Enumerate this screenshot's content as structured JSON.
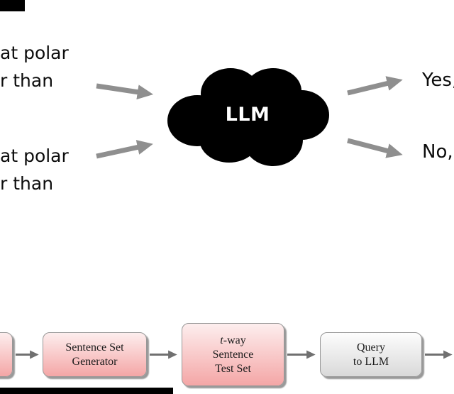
{
  "top": {
    "cloud_label": "LLM",
    "prompts": [
      {
        "line1": "at polar",
        "line2": "r than"
      },
      {
        "line1": "at polar",
        "line2": "r than"
      }
    ],
    "outputs": [
      {
        "label": "Yes,"
      },
      {
        "label": "No,"
      }
    ]
  },
  "flowchart": {
    "boxes": {
      "generator": {
        "line1": "Sentence Set",
        "line2": "Generator"
      },
      "testset": {
        "line1_italic": "t",
        "line1_rest": "-way",
        "line2": "Sentence",
        "line3": "Test Set"
      },
      "query": {
        "line1": "Query",
        "line2": "to LLM"
      }
    }
  },
  "colors": {
    "cloud": "#000000",
    "arrow_big": "#8f8f8f",
    "arrow_small": "#707070",
    "box_pink_top": "#fdeeee",
    "box_pink_bottom": "#f4a6a6",
    "box_gray_top": "#fdfdfd",
    "box_gray_bottom": "#d9d9d9",
    "box_border": "#979797"
  }
}
